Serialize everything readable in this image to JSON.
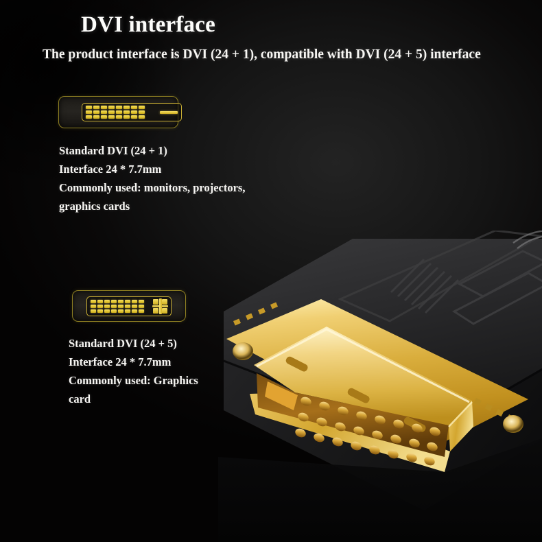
{
  "header": {
    "title": "DVI interface",
    "subtitle": "The product interface is DVI (24 + 1), compatible with DVI (24 + 5) interface"
  },
  "ports": [
    {
      "id": "dvi-24-1",
      "diagram_name": "dvi-24-1-port-diagram",
      "pin_rows": 3,
      "pins_per_row": 8,
      "blade_type": "flat-single",
      "caption": {
        "line1": "Standard DVI (24 + 1)",
        "line2": "Interface 24 * 7.7mm",
        "line3": "Commonly used: monitors, projectors,",
        "line4": "graphics cards"
      }
    },
    {
      "id": "dvi-24-5",
      "diagram_name": "dvi-24-5-port-diagram",
      "pin_rows": 3,
      "pins_per_row": 8,
      "blade_type": "cross-with-four-pins",
      "caption": {
        "line1": "Standard DVI (24 + 5)",
        "line2": "Interface 24 * 7.7mm",
        "line3": "Commonly used: Graphics",
        "line4": "card"
      }
    }
  ],
  "photo": {
    "name": "dvi-male-connector-photo",
    "description": "Gold-plated DVI male connector with black housing"
  },
  "colors": {
    "background": "#040303",
    "background_glow": "#232323",
    "text": "#f7f6f3",
    "port_border": "#8e7f22",
    "pin_gold": "#e3c732",
    "pin_gold_light": "#f4de63",
    "connector_gold": "#d8a832",
    "housing_black": "#232323"
  }
}
